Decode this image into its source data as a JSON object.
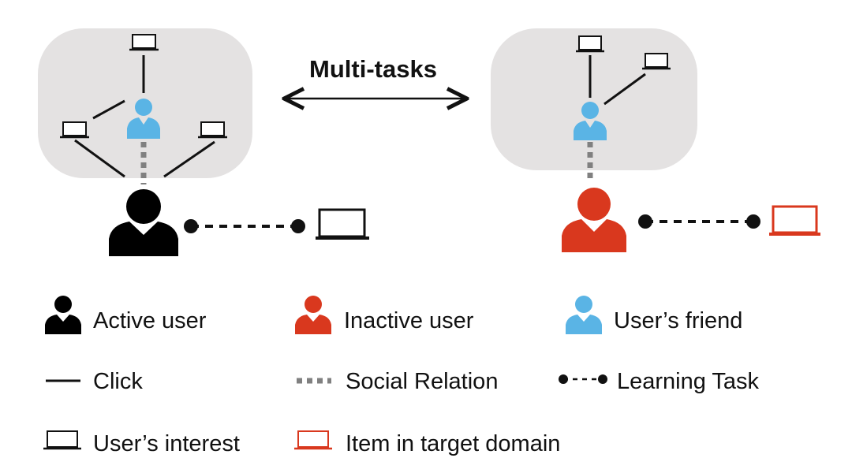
{
  "diagram": {
    "title": "Multi-tasks"
  },
  "legend": {
    "active_user": "Active user",
    "inactive_user": "Inactive user",
    "users_friend": "User’s friend",
    "click": "Click",
    "social_relation": "Social Relation",
    "learning_task": "Learning Task",
    "users_interest": "User’s interest",
    "item_target_domain": "Item in target domain"
  },
  "colors": {
    "active_user": "#000000",
    "inactive_user": "#d9381e",
    "friend": "#5ab4e5",
    "cluster_bg": "#e4e2e2",
    "social_dash": "#808080",
    "target_item": "#d9381e"
  }
}
